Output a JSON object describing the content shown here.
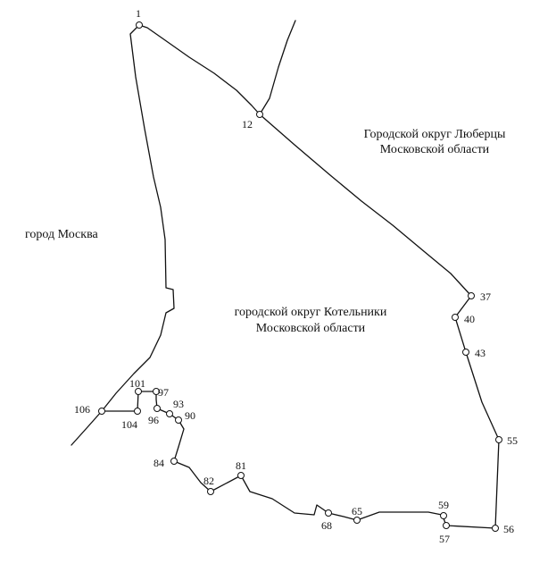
{
  "regions": {
    "lyubertsy": {
      "line1": "Городской округ Люберцы",
      "line2": "Московской области"
    },
    "moscow": {
      "label": "город Москва"
    },
    "kotelniki": {
      "line1": "городской округ Котельники",
      "line2": "Московской области"
    }
  },
  "points": {
    "p1": "1",
    "p12": "12",
    "p37": "37",
    "p40": "40",
    "p43": "43",
    "p55": "55",
    "p56": "56",
    "p57": "57",
    "p59": "59",
    "p65": "65",
    "p68": "68",
    "p81": "81",
    "p82": "82",
    "p84": "84",
    "p90": "90",
    "p93": "93",
    "p96": "96",
    "p97": "97",
    "p101": "101",
    "p104": "104",
    "p106": "106"
  },
  "colors": {
    "line": "#111111",
    "background": "#ffffff"
  }
}
